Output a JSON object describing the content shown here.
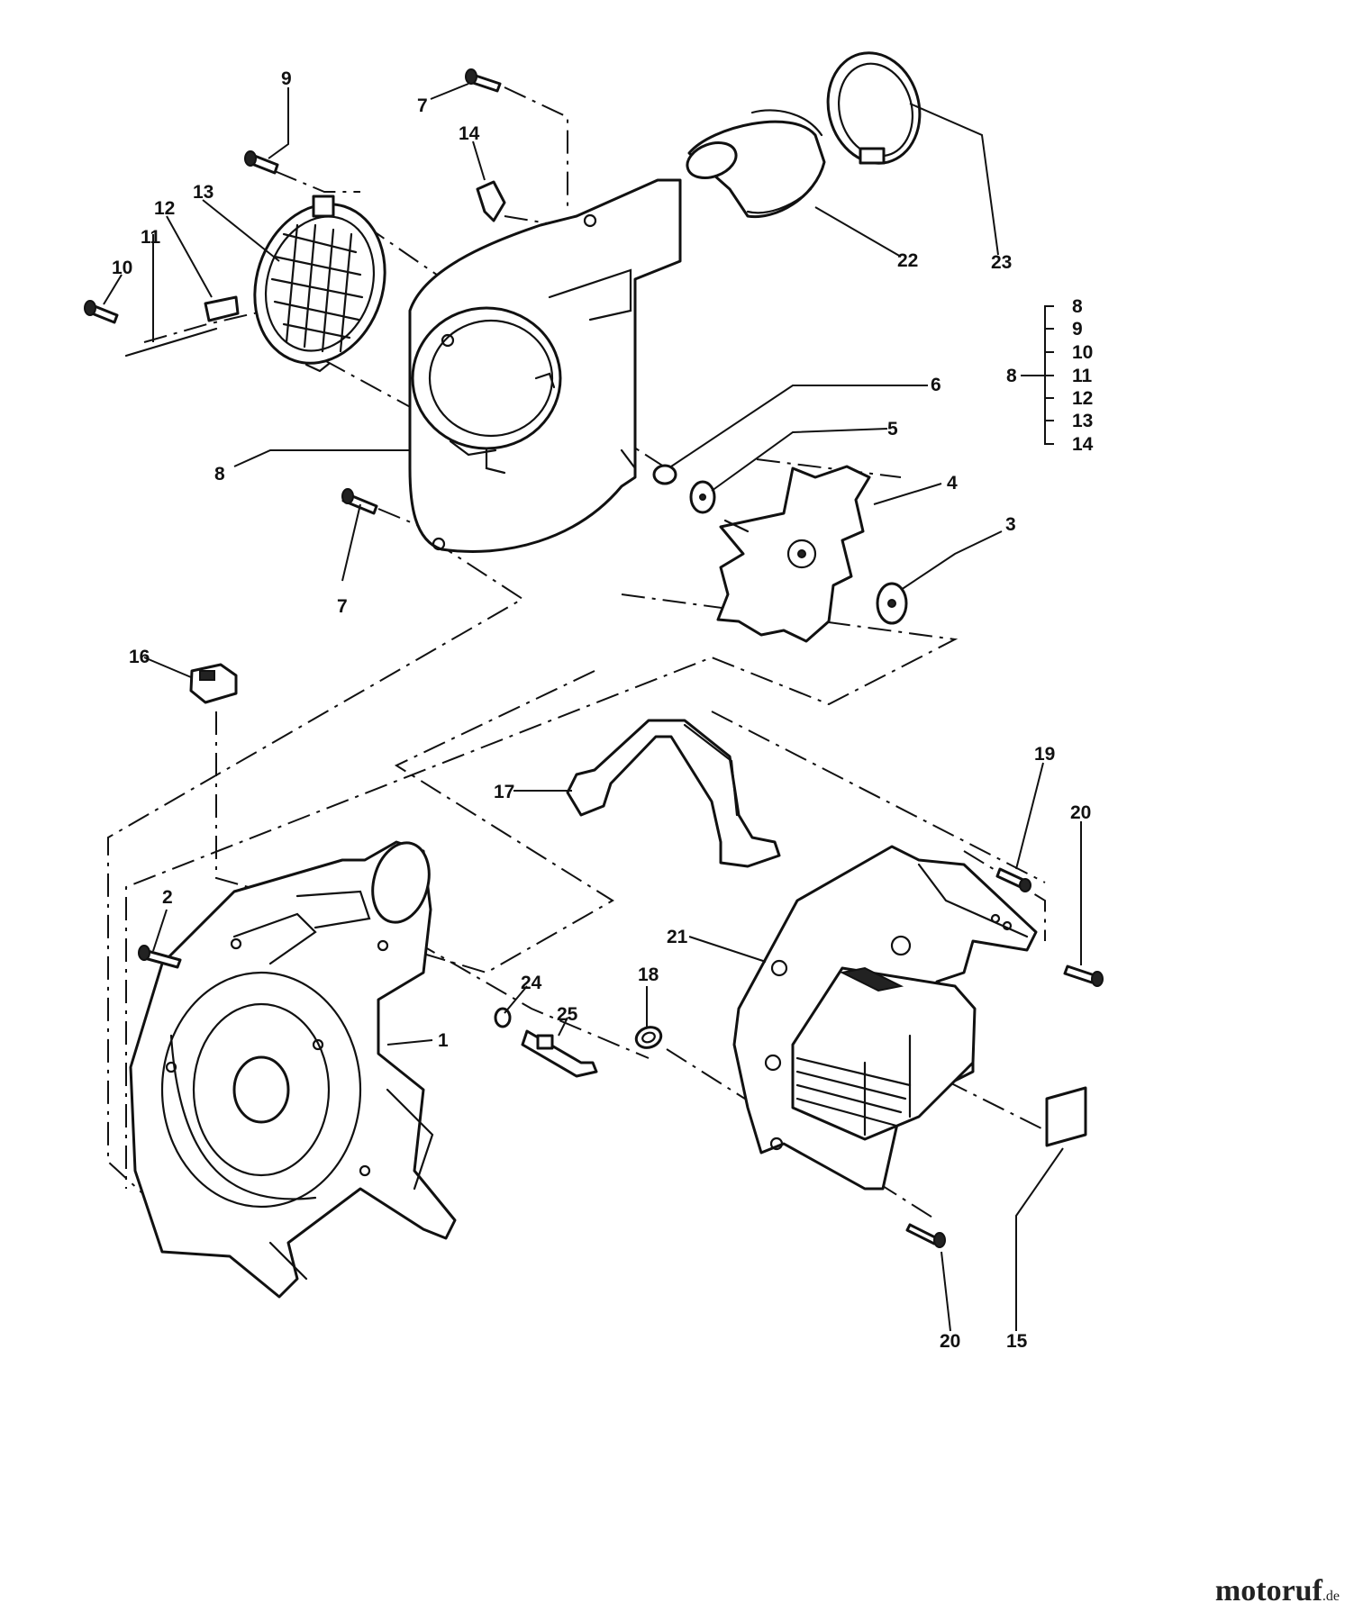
{
  "callouts": {
    "p1": "1",
    "p2": "2",
    "p3": "3",
    "p4": "4",
    "p5": "5",
    "p6": "6",
    "p7a": "7",
    "p7b": "7",
    "p8": "8",
    "p9": "9",
    "p10": "10",
    "p11": "11",
    "p12": "12",
    "p13": "13",
    "p14": "14",
    "p15": "15",
    "p16": "16",
    "p17": "17",
    "p18": "18",
    "p19": "19",
    "p20a": "20",
    "p20b": "20",
    "p21": "21",
    "p22": "22",
    "p23": "23",
    "p24": "24",
    "p25": "25"
  },
  "kit": {
    "parent": "8",
    "members": [
      "8",
      "9",
      "10",
      "11",
      "12",
      "13",
      "14"
    ]
  },
  "watermark": {
    "brand": "motoruf",
    "suffix": ".de"
  }
}
